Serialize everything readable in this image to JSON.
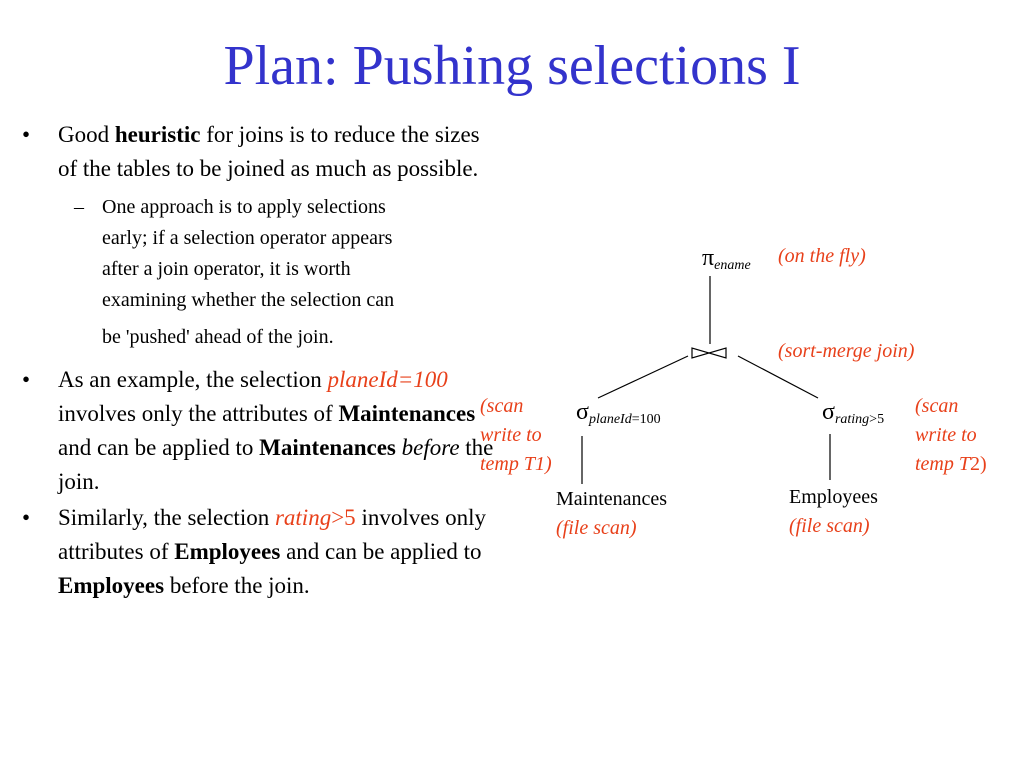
{
  "slide": {
    "title": "Plan: Pushing selections I",
    "bullets": [
      {
        "pre": "Good ",
        "bold": "heuristic",
        "post": " for joins is to reduce the sizes of the tables to be joined as much as possible."
      },
      {
        "line1": "One approach is to apply selections",
        "line2": "early; if a selection operator appears",
        "line3": "after a join operator, it is worth",
        "line4": "examining whether the selection can",
        "line5": "be 'pushed' ahead of the join."
      },
      {
        "t1": "As an example, the selection ",
        "red": "planeId=100",
        "t2": " involves only the attributes of ",
        "b1": "Maintenances",
        "t3": " and can be applied to ",
        "b2": "Maintenances",
        "t4": " ",
        "ital": "before",
        "t5": " the join."
      },
      {
        "t1": "Similarly, the selection ",
        "red_ital": "rating",
        "red_plain": ">5",
        "t2": " involves only attributes of ",
        "b1": "Employees",
        "t3": " and can be applied to ",
        "b2": "Employees",
        "t4": " before the join."
      }
    ],
    "bullet_symbol": "•",
    "sub_symbol": "–"
  },
  "diagram": {
    "projection": {
      "symbol": "π",
      "subscript": "ename",
      "note": "(on the fly)"
    },
    "join": {
      "note": "(sort-merge join)"
    },
    "left_selection": {
      "symbol": "σ",
      "sub_attr": "planeId",
      "sub_rest": "=100",
      "note_line1": "(scan",
      "note_line2": "write to",
      "note_line3": "temp T1)"
    },
    "right_selection": {
      "symbol": "σ",
      "sub_attr": "rating",
      "sub_rest": ">5",
      "note_line1": "(scan",
      "note_line2": "write to",
      "note_line3_ital": "temp T",
      "note_line3_plain": "2)"
    },
    "left_table": {
      "name": "Maintenances",
      "note": "(file scan)"
    },
    "right_table": {
      "name": "Employees",
      "note": "(file scan)"
    }
  },
  "colors": {
    "title": "#3333cc",
    "annotation": "#e8401a",
    "text": "#000000"
  }
}
